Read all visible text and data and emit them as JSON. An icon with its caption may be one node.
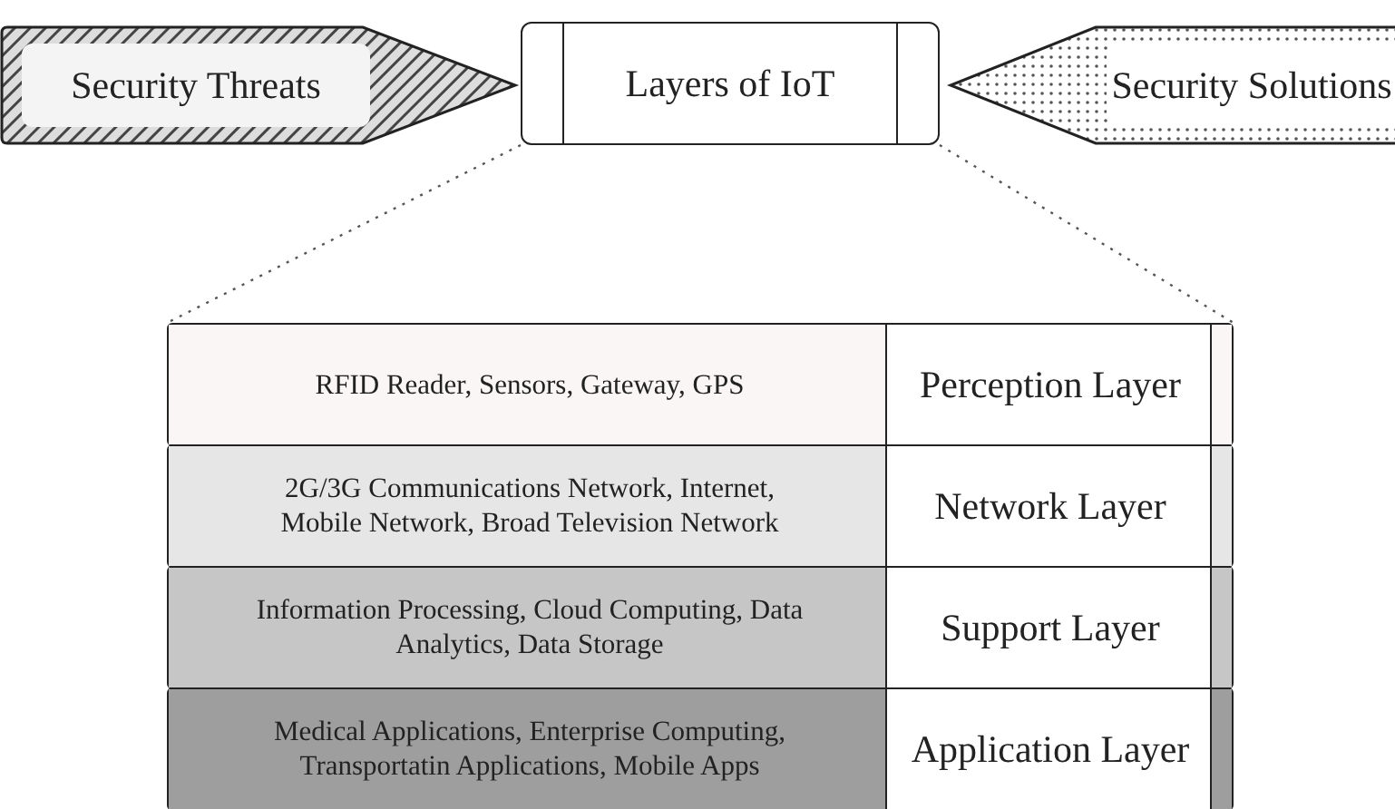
{
  "diagram": {
    "nodes": [
      {
        "text": [
          "Security Threats"
        ]
      },
      {
        "text": [
          "Layers of IoT"
        ]
      },
      {
        "text": [
          "Security Solutions"
        ]
      },
      {
        "text": [],
        "shape": "box"
      },
      {
        "text": [
          "RFID Reader, Sensors, Gateway, GPS",
          "Perception Layer"
        ],
        "in": 3
      },
      {
        "text": [
          "2G/3G Communications Network, Internet, Mobile Network, Broad Television Network",
          "Network Layer"
        ],
        "in": 3
      },
      {
        "text": [
          "Information Processing, Cloud Computing, Data Analytics, Data Storage",
          "Support Layer"
        ],
        "in": 3
      },
      {
        "text": [
          "Medical Applications, Enterprise Computing, Transportatin Applications, Mobile Apps",
          "Application Layer"
        ],
        "in": 3
      }
    ],
    "edges": [
      {
        "from": 1,
        "to": 3,
        "arrow": "none",
        "style": "dashed"
      },
      {
        "from": 1,
        "to": 3,
        "arrow": "none",
        "style": "dashed"
      }
    ]
  }
}
